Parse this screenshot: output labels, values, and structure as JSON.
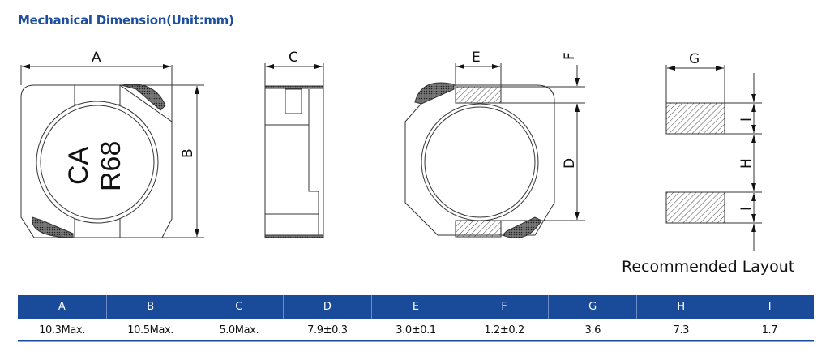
{
  "title": "Mechanical Dimension(Unit:mm)",
  "drawing": {
    "marking_line1": "CA",
    "marking_line2": "R68",
    "dim_labels": {
      "A": "A",
      "B": "B",
      "C": "C",
      "D": "D",
      "E": "E",
      "F": "F",
      "G": "G",
      "H": "H",
      "I": "I"
    },
    "layout_caption": "Recommended Layout"
  },
  "table": {
    "headers": [
      "A",
      "B",
      "C",
      "D",
      "E",
      "F",
      "G",
      "H",
      "I"
    ],
    "values": [
      "10.3Max.",
      "10.5Max.",
      "5.0Max.",
      "7.9±0.3",
      "3.0±0.1",
      "1.2±0.2",
      "3.6",
      "7.3",
      "1.7"
    ]
  },
  "colors": {
    "accent": "#1a4b9b"
  }
}
